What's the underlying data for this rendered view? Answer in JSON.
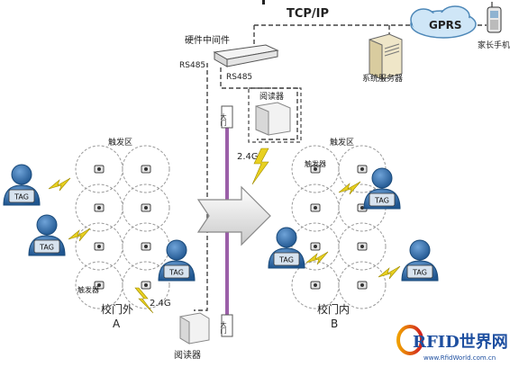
{
  "network": {
    "tcpip": "TCP/IP",
    "gprs": "GPRS",
    "parent_phone": "家长手机",
    "middleware": "硬件中间件",
    "rs485_left": "RS485",
    "rs485_right": "RS485",
    "system_server": "系统服务器"
  },
  "gate": {
    "top_label": "大门",
    "bottom_label": "大门"
  },
  "outside": {
    "trigger_zone": "触发区",
    "trigger_label": "触发器",
    "tag_label": "TAG",
    "freq": "2.4G",
    "title": "校门外",
    "letter": "A"
  },
  "inside": {
    "reader_label": "阅读器",
    "freq": "2.4G",
    "trigger_zone": "触发区",
    "trigger_label": "触发器",
    "tag_label": "TAG",
    "title": "校门内",
    "letter": "B"
  },
  "bottom_reader": {
    "label": "阅读器"
  },
  "logo": {
    "text": "RFID世界网",
    "url": "www.RfidWorld.com.cn"
  },
  "colors": {
    "person": "#2d6aa8",
    "gate_line": "#9b5fa8",
    "lightning": "#e8d020",
    "dashed": "#444444"
  }
}
